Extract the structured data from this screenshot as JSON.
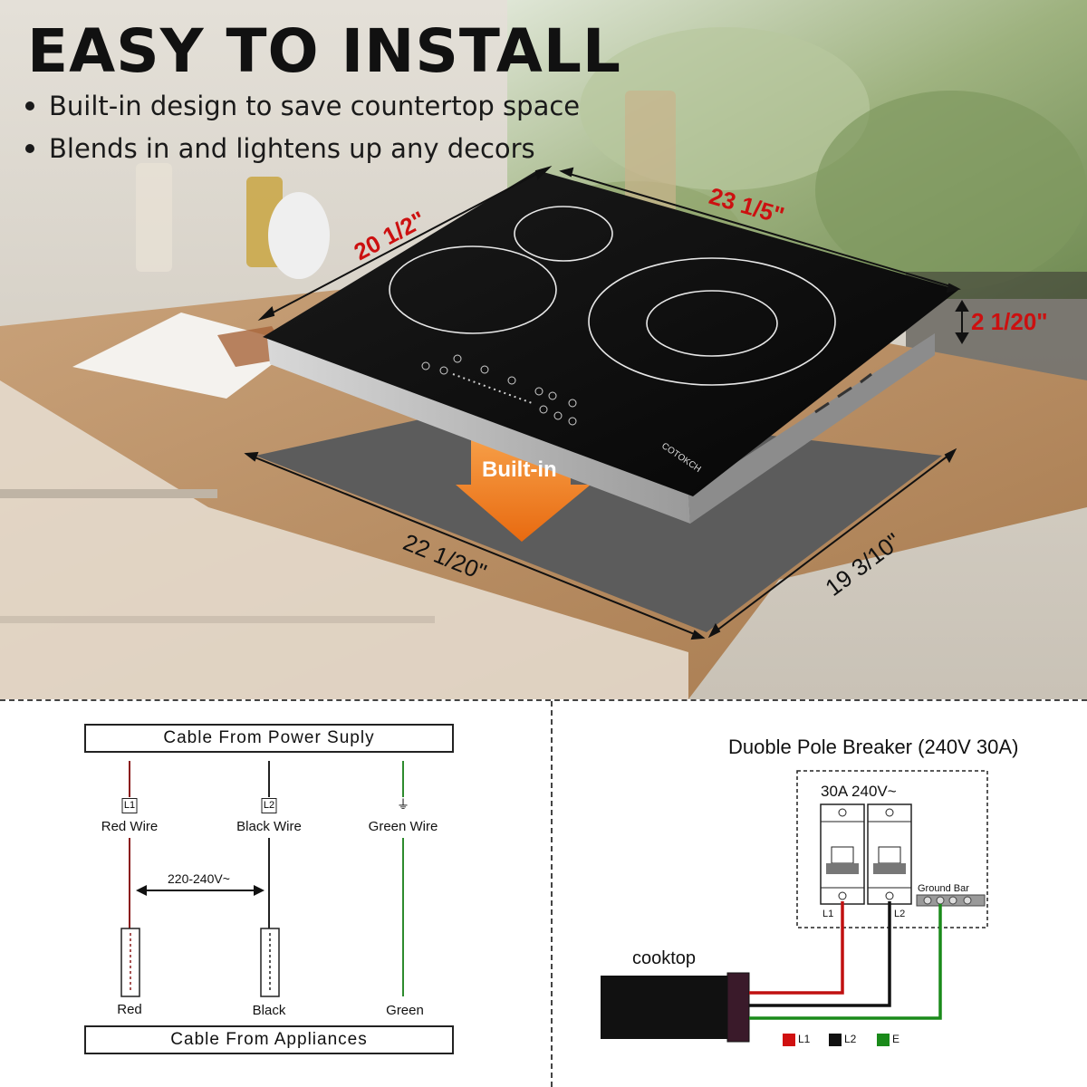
{
  "hero": {
    "title": "EASY TO INSTALL",
    "bullets": [
      "Built-in design to save countertop space",
      "Blends in and lightens up any decors"
    ],
    "dimensions": {
      "depth": "20 1/2\"",
      "width": "23 1/5\"",
      "height": "2 1/20\"",
      "cutout_width": "22 1/20\"",
      "cutout_depth": "19 3/10\""
    },
    "builtin_label": "Built-in",
    "brand": "COTOKCH"
  },
  "wiring": {
    "top_cable": "Cable From Power Suply",
    "bottom_cable": "Cable From Appliances",
    "terminals": [
      {
        "code": "L1",
        "name": "Red Wire",
        "end": "Red",
        "color": "#8b1a1a"
      },
      {
        "code": "L2",
        "name": "Black Wire",
        "end": "Black",
        "color": "#222222"
      },
      {
        "code": "⏚",
        "name": "Green Wire",
        "end": "Green",
        "color": "#2e8b2e"
      }
    ],
    "voltage": "220-240V~"
  },
  "breaker": {
    "title": "Duoble Pole Breaker (240V 30A)",
    "rating": "30A 240V~",
    "ground_bar": "Ground Bar",
    "pole_labels": [
      "L1",
      "L2"
    ],
    "cooktop": "cooktop",
    "legend": [
      {
        "label": "L1",
        "color": "#d01010"
      },
      {
        "label": "L2",
        "color": "#111111"
      },
      {
        "label": "E",
        "color": "#1a8a1a"
      }
    ]
  }
}
